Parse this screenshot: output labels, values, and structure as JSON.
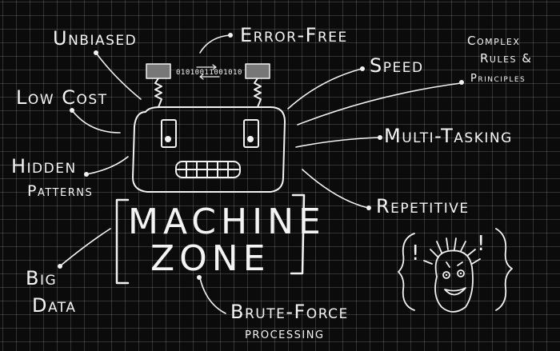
{
  "colors": {
    "chalk": "#f4f4f4",
    "board": "#0b0b0b",
    "grid": "#4a4a4a"
  },
  "center": {
    "line1": "MACHINE",
    "line2": "ZONE"
  },
  "robot": {
    "binary": "01010011001010"
  },
  "labels": {
    "unbiased": "Unbiased",
    "error_free": "Error-Free",
    "low_cost": "Low Cost",
    "speed": "Speed",
    "complex_rules_1": "Complex",
    "complex_rules_2": "Rules &",
    "complex_rules_3": "Principles",
    "hidden_patterns_1": "Hidden",
    "hidden_patterns_2": "Patterns",
    "multi_tasking": "Multi-Tasking",
    "repetitive": "Repetitive",
    "big_data_1": "Big",
    "big_data_2": "Data",
    "brute_force_1": "Brute-Force",
    "brute_force_2": "processing"
  },
  "face": {
    "exclaim_left": "!",
    "exclaim_right": "!"
  }
}
